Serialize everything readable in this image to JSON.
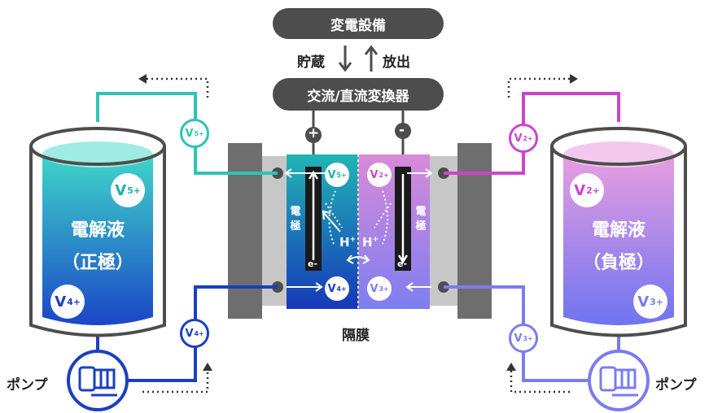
{
  "top": {
    "substation_label": "変電設備",
    "charge_label": "貯蔵",
    "discharge_label": "放出",
    "converter_label": "交流/直流変換器",
    "plus_sign": "+",
    "minus_sign": "-"
  },
  "left_tank": {
    "title_line1": "電解液",
    "title_line2": "（正極）",
    "ion_top": "V",
    "ion_top_charge": "5+",
    "ion_bottom": "V",
    "ion_bottom_charge": "4+",
    "pump_label": "ポンプ"
  },
  "right_tank": {
    "title_line1": "電解液",
    "title_line2": "（負極）",
    "ion_top": "V",
    "ion_top_charge": "2+",
    "ion_bottom": "V",
    "ion_bottom_charge": "3+",
    "pump_label": "ポンプ"
  },
  "pipes": {
    "left_top_ion": "V",
    "left_top_charge": "5+",
    "left_bottom_ion": "V",
    "left_bottom_charge": "4+",
    "right_top_ion": "V",
    "right_top_charge": "2+",
    "right_bottom_ion": "V",
    "right_bottom_charge": "3+"
  },
  "cell": {
    "left_electrode": "電極",
    "right_electrode": "電極",
    "electron": "e-",
    "left_top_ion": "V",
    "left_top_charge": "5+",
    "left_bottom_ion": "V",
    "left_bottom_charge": "4+",
    "right_top_ion": "V",
    "right_top_charge": "2+",
    "right_bottom_ion": "V",
    "right_bottom_charge": "3+",
    "proton": "H",
    "proton_charge": "+",
    "membrane_label": "隔膜"
  },
  "colors": {
    "teal": "#2ec4b6",
    "blue": "#1b3fbf",
    "magenta": "#cc44cc",
    "violet": "#7b7cf0",
    "dark": "#4d4d4d"
  }
}
